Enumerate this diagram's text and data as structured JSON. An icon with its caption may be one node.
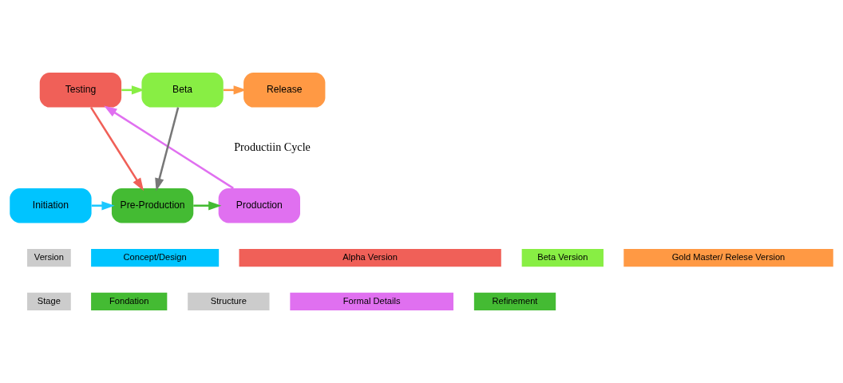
{
  "diagram": {
    "nodes": [
      {
        "text": [
          "Initiation"
        ]
      },
      {
        "text": [
          "Pre-Production"
        ]
      },
      {
        "text": [
          "Testing"
        ]
      },
      {
        "text": [
          "Production"
        ]
      },
      {
        "text": [
          "Beta"
        ]
      },
      {
        "text": [
          "Release"
        ]
      },
      {
        "text": [
          "Version"
        ]
      },
      {
        "text": [
          "Concept/Design"
        ]
      },
      {
        "text": [
          "Alpha Version"
        ]
      },
      {
        "text": [
          "Beta Version"
        ]
      },
      {
        "text": [
          "Gold Master/ Relese Version"
        ]
      },
      {
        "text": [
          "Stage"
        ]
      },
      {
        "text": [
          "Fondation"
        ]
      },
      {
        "text": [
          "Structure"
        ]
      },
      {
        "text": [
          "Formal Details"
        ]
      },
      {
        "text": [
          "Refinement"
        ]
      }
    ],
    "edges": [
      {
        "from": 0,
        "to": 1,
        "arrow": "to",
        "color": "#1ec8ff"
      },
      {
        "from": 1,
        "to": 3,
        "arrow": "to",
        "color": "#44bb33"
      },
      {
        "from": 3,
        "to": 2,
        "arrow": "to",
        "color": "#e070f0"
      },
      {
        "from": 2,
        "to": 1,
        "arrow": "to",
        "color": "#f06058"
      },
      {
        "from": 2,
        "to": 4,
        "arrow": "to",
        "color": "#88ee44"
      },
      {
        "from": 4,
        "to": 1,
        "arrow": "to",
        "color": "#777777"
      },
      {
        "from": 4,
        "to": 5,
        "arrow": "to",
        "color": "#ff9944"
      }
    ],
    "labels": [
      "Productiin Cycle"
    ]
  }
}
